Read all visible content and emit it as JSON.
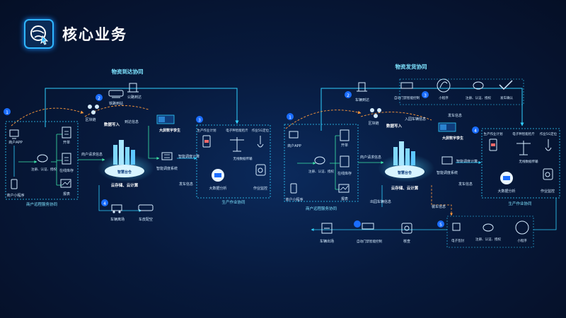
{
  "page": {
    "title": "核心业务"
  },
  "colors": {
    "accent": "#2fb6ff",
    "link": "#30d0ff",
    "green": "#3ee6a8",
    "orange": "#ff9a3c",
    "text": "#d6ecff",
    "label": "#7fe4ff",
    "yellow": "#ffd24a"
  },
  "left": {
    "top_section": "物资到达协同",
    "bottom_group": "商户远程服务协同",
    "production_group": "生产作业协同",
    "customer_app": "商户APP",
    "customer_mini": "商户小程序",
    "register": "注册、认证、授权",
    "order": "开单",
    "stock": "在线库存",
    "report": "报表",
    "request": "商户请求信息",
    "cloud": "智慧台仓",
    "cloud_sub": "云存储、云计算",
    "gate_in": "铁路到站",
    "gate_out": "公路到达",
    "area_scan": "区块链",
    "data_write": "数据写入",
    "arrival_info": "到达信息",
    "screen": "大屏数字孪生",
    "dispatch": "智能调度计算",
    "warehouse_sys": "智能调度系统",
    "departure": "发车信息",
    "vehicle_in": "车辆离场",
    "vehicle_out": "车皮配空",
    "prod_loading": "生产作业计划",
    "prod_scale": "电子秤智能检斤",
    "prod_5g": "作业5G定位",
    "prod_nodata": "无线数据传输",
    "prod_bigdata": "大数据分析",
    "prod_monitor": "作业监控",
    "badges": [
      "1",
      "2",
      "3",
      "4"
    ]
  },
  "right": {
    "top_section": "物资发货协同",
    "bottom_group": "商户远程服务协同",
    "production_group": "生产作业协同",
    "customer_app": "商户APP",
    "customer_mini": "商户小程序",
    "register": "注册、认证、授权",
    "order": "开单",
    "stock": "在线库存",
    "report": "报表",
    "request": "商户请求信息",
    "cloud": "智慧台仓",
    "cloud_sub": "云存储、云计算",
    "vehicle_in": "车辆到达",
    "auto_gate": "自动门禁智能控制",
    "area_scan": "区块链",
    "data_write": "数据写入",
    "entry_info": "入园车辆信息",
    "mini_program": "小程序",
    "verify": "注册、认证、授权",
    "confirm": "发车确认",
    "sending_info": "发车信息",
    "screen": "大屏数字孪生",
    "warehouse_sys": "智能调度系统",
    "dispatch_calc": "智能调度计算",
    "departure": "发车信息",
    "out_info": "出园车辆信息",
    "load_info": "装车信息",
    "vehicle_leave": "车辆出场",
    "auto_gate2": "自动门禁智能控制",
    "check": "核查",
    "ecard": "电子签封",
    "register2": "注册、认证、授权",
    "mini2": "小程序",
    "prod_loading": "生产作业计划",
    "prod_scale": "电子秤智能检斤",
    "prod_5g": "作业5G定位",
    "prod_nodata": "无线数据传输",
    "prod_bigdata": "大数据分析",
    "prod_monitor": "作业监控",
    "badges": [
      "1",
      "2",
      "3",
      "4",
      "5"
    ]
  }
}
